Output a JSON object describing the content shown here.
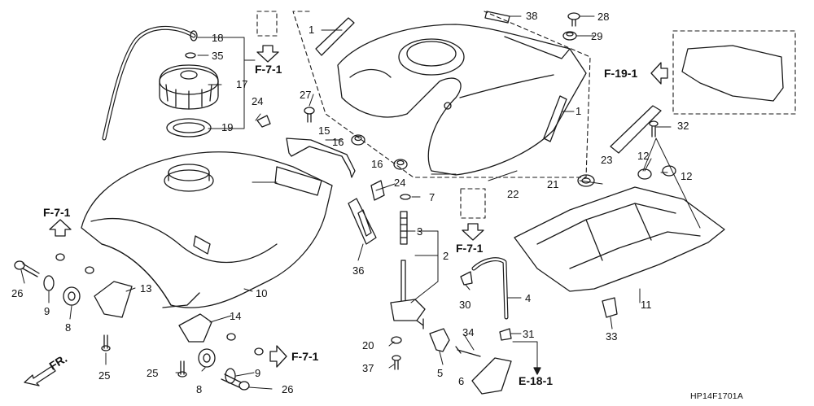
{
  "diagram": {
    "code": "HP14F1701A",
    "callouts": [
      {
        "id": "c1a",
        "label": "1"
      },
      {
        "id": "c1b",
        "label": "1"
      },
      {
        "id": "c2",
        "label": "2"
      },
      {
        "id": "c3",
        "label": "3"
      },
      {
        "id": "c4",
        "label": "4"
      },
      {
        "id": "c5",
        "label": "5"
      },
      {
        "id": "c6",
        "label": "6"
      },
      {
        "id": "c7",
        "label": "7"
      },
      {
        "id": "c8a",
        "label": "8"
      },
      {
        "id": "c8b",
        "label": "8"
      },
      {
        "id": "c9a",
        "label": "9"
      },
      {
        "id": "c9b",
        "label": "9"
      },
      {
        "id": "c10",
        "label": "10"
      },
      {
        "id": "c11",
        "label": "11"
      },
      {
        "id": "c12a",
        "label": "12"
      },
      {
        "id": "c12b",
        "label": "12"
      },
      {
        "id": "c13",
        "label": "13"
      },
      {
        "id": "c14",
        "label": "14"
      },
      {
        "id": "c15",
        "label": "15"
      },
      {
        "id": "c16a",
        "label": "16"
      },
      {
        "id": "c16b",
        "label": "16"
      },
      {
        "id": "c17",
        "label": "17"
      },
      {
        "id": "c18",
        "label": "18"
      },
      {
        "id": "c19",
        "label": "19"
      },
      {
        "id": "c20",
        "label": "20"
      },
      {
        "id": "c21",
        "label": "21"
      },
      {
        "id": "c22",
        "label": "22"
      },
      {
        "id": "c23",
        "label": "23"
      },
      {
        "id": "c24a",
        "label": "24"
      },
      {
        "id": "c24b",
        "label": "24"
      },
      {
        "id": "c25a",
        "label": "25"
      },
      {
        "id": "c25b",
        "label": "25"
      },
      {
        "id": "c26a",
        "label": "26"
      },
      {
        "id": "c26b",
        "label": "26"
      },
      {
        "id": "c27",
        "label": "27"
      },
      {
        "id": "c28",
        "label": "28"
      },
      {
        "id": "c29",
        "label": "29"
      },
      {
        "id": "c30",
        "label": "30"
      },
      {
        "id": "c31",
        "label": "31"
      },
      {
        "id": "c32",
        "label": "32"
      },
      {
        "id": "c33",
        "label": "33"
      },
      {
        "id": "c34",
        "label": "34"
      },
      {
        "id": "c35",
        "label": "35"
      },
      {
        "id": "c36",
        "label": "36"
      },
      {
        "id": "c37",
        "label": "37"
      },
      {
        "id": "c38",
        "label": "38"
      }
    ],
    "references": [
      {
        "id": "rF71a",
        "label": "F-7-1"
      },
      {
        "id": "rF71b",
        "label": "F-7-1"
      },
      {
        "id": "rF71c",
        "label": "F-7-1"
      },
      {
        "id": "rF71d",
        "label": "F-7-1"
      },
      {
        "id": "rF191",
        "label": "F-19-1"
      },
      {
        "id": "rE181",
        "label": "E-18-1"
      },
      {
        "id": "rFR",
        "label": "FR."
      }
    ]
  }
}
